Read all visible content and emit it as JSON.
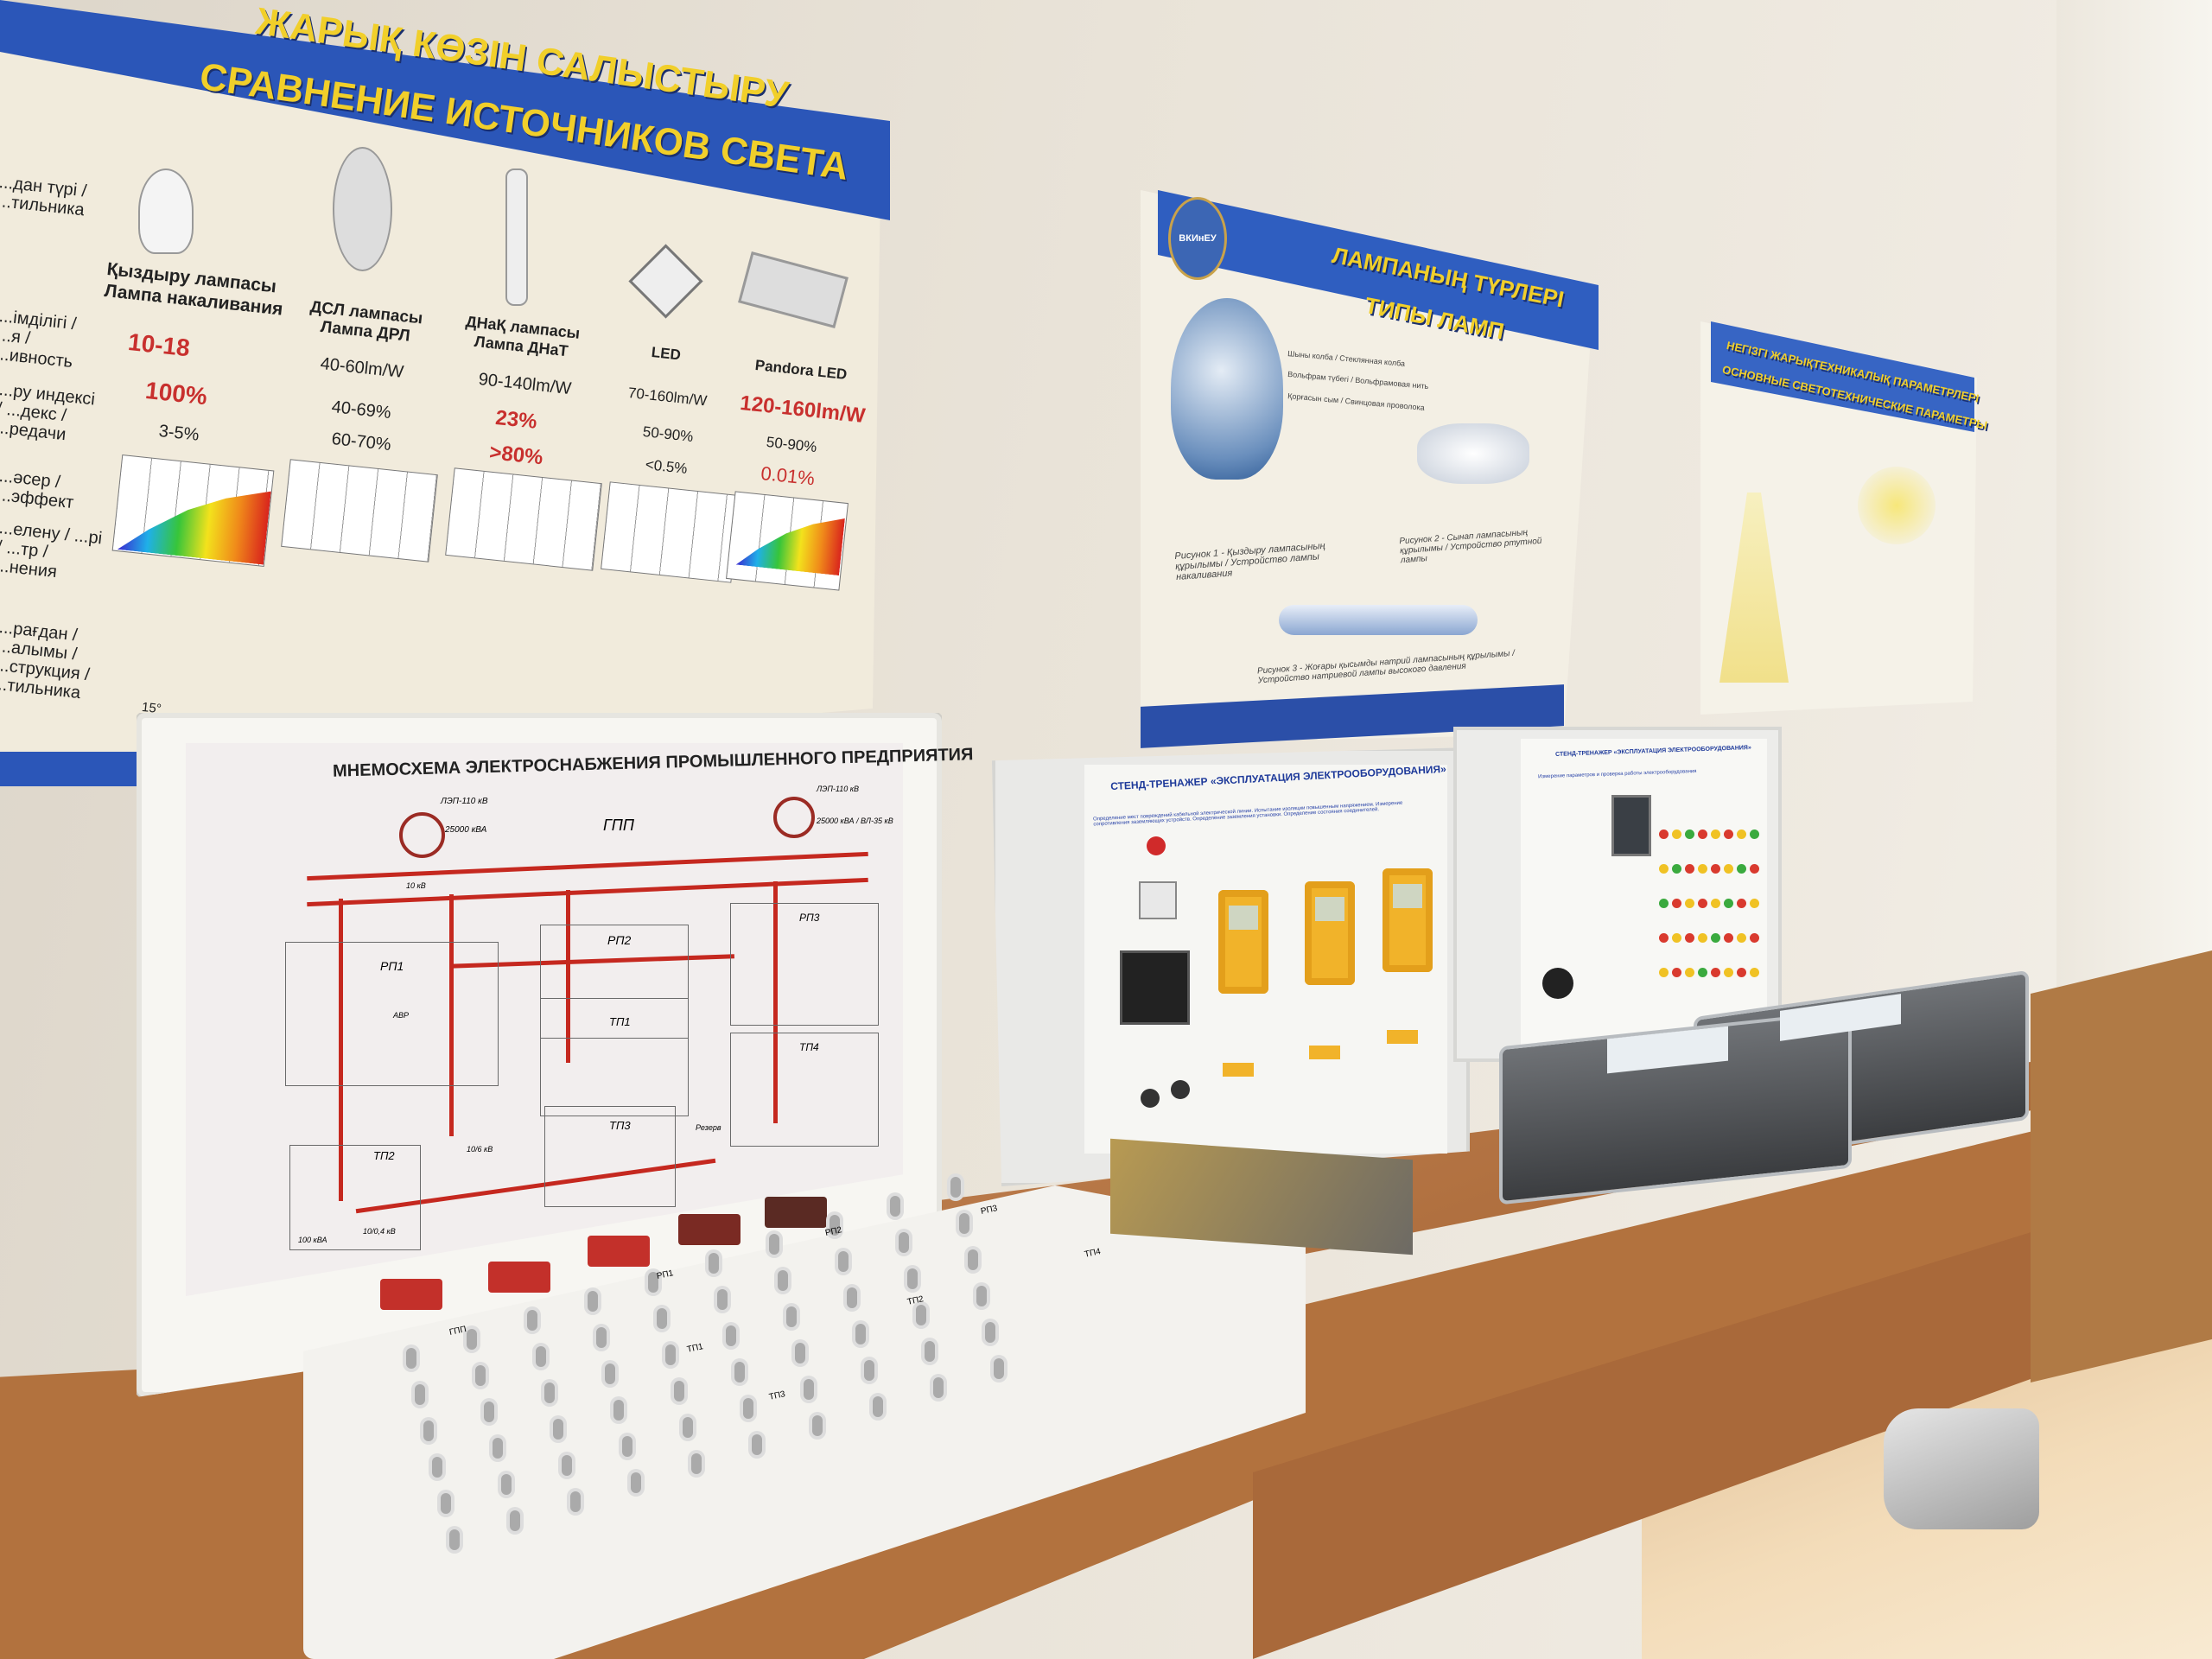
{
  "poster_light_sources": {
    "title_kz": "ЖАРЫҚ КӨЗІН САЛЫСТЫРУ",
    "title_ru": "СРАВНЕНИЕ ИСТОЧНИКОВ СВЕТА",
    "row_labels": [
      "...дан түрі / ...тильника",
      "...імділігі / ...я / ...ивность",
      "...ру индексі / ...декс / ...редачи",
      "...әсер / ...эффект",
      "...елену / ...рі / ...тр / ...нения",
      "...рағдан / ...алымы / ...струкция / ...тильника"
    ],
    "lamps": [
      {
        "name_kz": "Қыздыру лампасы",
        "name_ru": "Лампа накаливания",
        "efficiency": "10-18",
        "cri": "100%",
        "effect": "3-5%"
      },
      {
        "name_kz": "ДСЛ лампасы",
        "name_ru": "Лампа ДРЛ",
        "efficiency": "40-60lm/W",
        "cri": "40-69%",
        "effect": "60-70%"
      },
      {
        "name_kz": "ДНаҚ лампасы",
        "name_ru": "Лампа ДНаТ",
        "efficiency": "90-140lm/W",
        "cri": "23%",
        "effect": ">80%"
      },
      {
        "name_kz": "",
        "name_ru": "LED",
        "efficiency": "70-160lm/W",
        "cri": "50-90%",
        "effect": "<0.5%"
      },
      {
        "name_kz": "",
        "name_ru": "Pandora LED",
        "efficiency": "120-160lm/W",
        "cri": "50-90%",
        "effect": "0.01%"
      }
    ],
    "angle_label": "15°"
  },
  "poster_lamp_types": {
    "logo_text": "ВКИнЕУ",
    "title_kz": "ЛАМПАНЫҢ ТҮРЛЕРІ",
    "title_ru": "ТИПЫ ЛАМП",
    "captions": [
      "Рисунок 1 - Қыздыру лампасының құрылымы / Устройство лампы накаливания",
      "Рисунок 2 - Сынап лампасының құрылымы / Устройство ртутной лампы",
      "Рисунок 3 - Жоғары қысымды натрий лампасының құрылымы / Устройство натриевой лампы высокого давления"
    ],
    "callouts": [
      "Шыны колба / Стеклянная колба",
      "Вольфрам түбегі / Вольфрамовая нить",
      "Қорғасын сым / Свинцовая проволока"
    ]
  },
  "poster_parameters": {
    "title_kz": "НЕГІЗГІ ЖАРЫҚТЕХНИКАЛЫҚ ПАРАМЕТРЛЕРІ",
    "title_ru": "ОСНОВНЫЕ СВЕТОТЕХНИЧЕСКИЕ ПАРАМЕТРЫ"
  },
  "mnemo_board": {
    "title": "МНЕМОСХЕМА ЭЛЕКТРОСНАБЖЕНИЯ ПРОМЫШЛЕННОГО ПРЕДПРИЯТИЯ",
    "line_left": "ЛЭП-110 кВ",
    "line_right": "ЛЭП-110 кВ",
    "transformer": "25000 кВА",
    "transformer_right": "25000 кВА / ВЛ-35 кВ",
    "gpp": "ГПП",
    "bus": "10 кВ",
    "sections": [
      "РП1",
      "РП2",
      "РП3",
      "ТП1",
      "ТП2",
      "ТП3",
      "ТП4"
    ],
    "avr": "АВР",
    "ratings": [
      "100 кВА",
      "10/0,4 кВ",
      "10/6 кВ",
      "Резерв"
    ]
  },
  "switch_panel": {
    "sections": [
      "ГПП",
      "РП1",
      "РП2",
      "РП3",
      "ТП1",
      "ТП2",
      "ТП3",
      "ТП4"
    ]
  },
  "stand1": {
    "title": "СТЕНД-ТРЕНАЖЕР «ЭКСПЛУАТАЦИЯ ЭЛЕКТРООБОРУДОВАНИЯ»",
    "subtitle": "Определение мест повреждений кабельной электрической линии. Испытание изоляции повышенным напряжением. Измерение сопротивления заземляющих устройств. Определение заземления установки. Определение состояния соединителей."
  },
  "stand2": {
    "title": "СТЕНД-ТРЕНАЖЕР «ЭКСПЛУАТАЦИЯ ЭЛЕКТРООБОРУДОВАНИЯ»",
    "subtitle": "Измерение параметров и проверка работы электрооборудования"
  },
  "colors": {
    "poster_blue": "#2b56b8",
    "title_yellow": "#f1cf2a",
    "mnemo_red": "#c5281f",
    "meter_yellow": "#f1b32a",
    "table_wood": "#b2723e"
  }
}
